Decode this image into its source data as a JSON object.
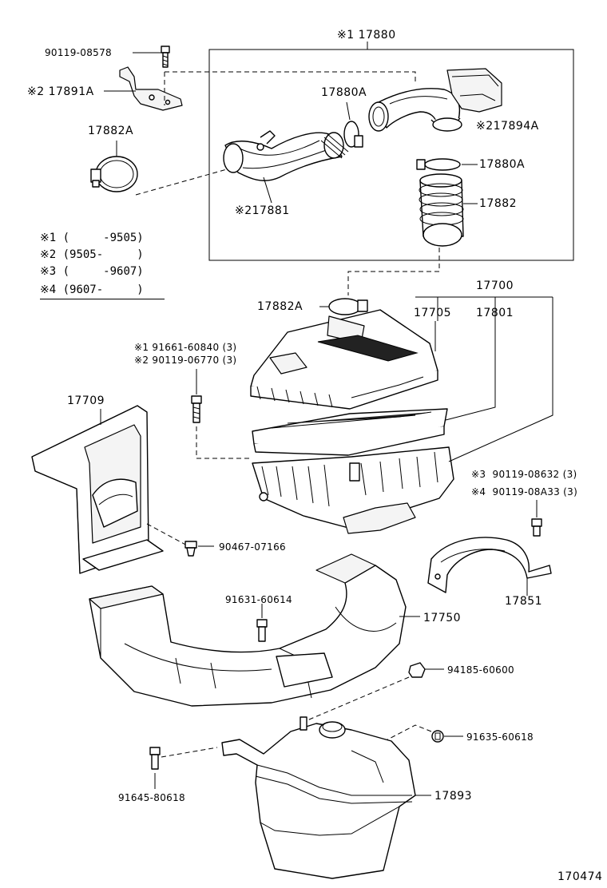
{
  "callouts": {
    "c17880": "※1 17880",
    "c90119_08578": "90119-08578",
    "c17891A": "※2 17891A",
    "c17880A_top": "17880A",
    "c17882A_top": "17882A",
    "c217894A": "※217894A",
    "c17880A_right": "17880A",
    "c217881": "※217881",
    "c17882": "17882",
    "c17700": "17700",
    "c17882A_mid": "17882A",
    "c17705": "17705",
    "c17801": "17801",
    "c91661": "※1 91661-60840 (3)",
    "c90119_06770": "※2 90119-06770 (3)",
    "c17709": "17709",
    "c90119_08632": "※3  90119-08632 (3)",
    "c90119_08A33": "※4  90119-08A33 (3)",
    "c90467": "90467-07166",
    "c91631": "91631-60614",
    "c17851": "17851",
    "c17750": "17750",
    "c94185": "94185-60600",
    "c91635": "91635-60618",
    "c91645": "91645-80618",
    "c17893": "17893",
    "diagram_number": "170474"
  },
  "legend": {
    "rows": [
      "※1 (     -9505)",
      "※2 (9505-     )",
      "※3 (     -9607)",
      "※4 (9607-     )"
    ]
  }
}
